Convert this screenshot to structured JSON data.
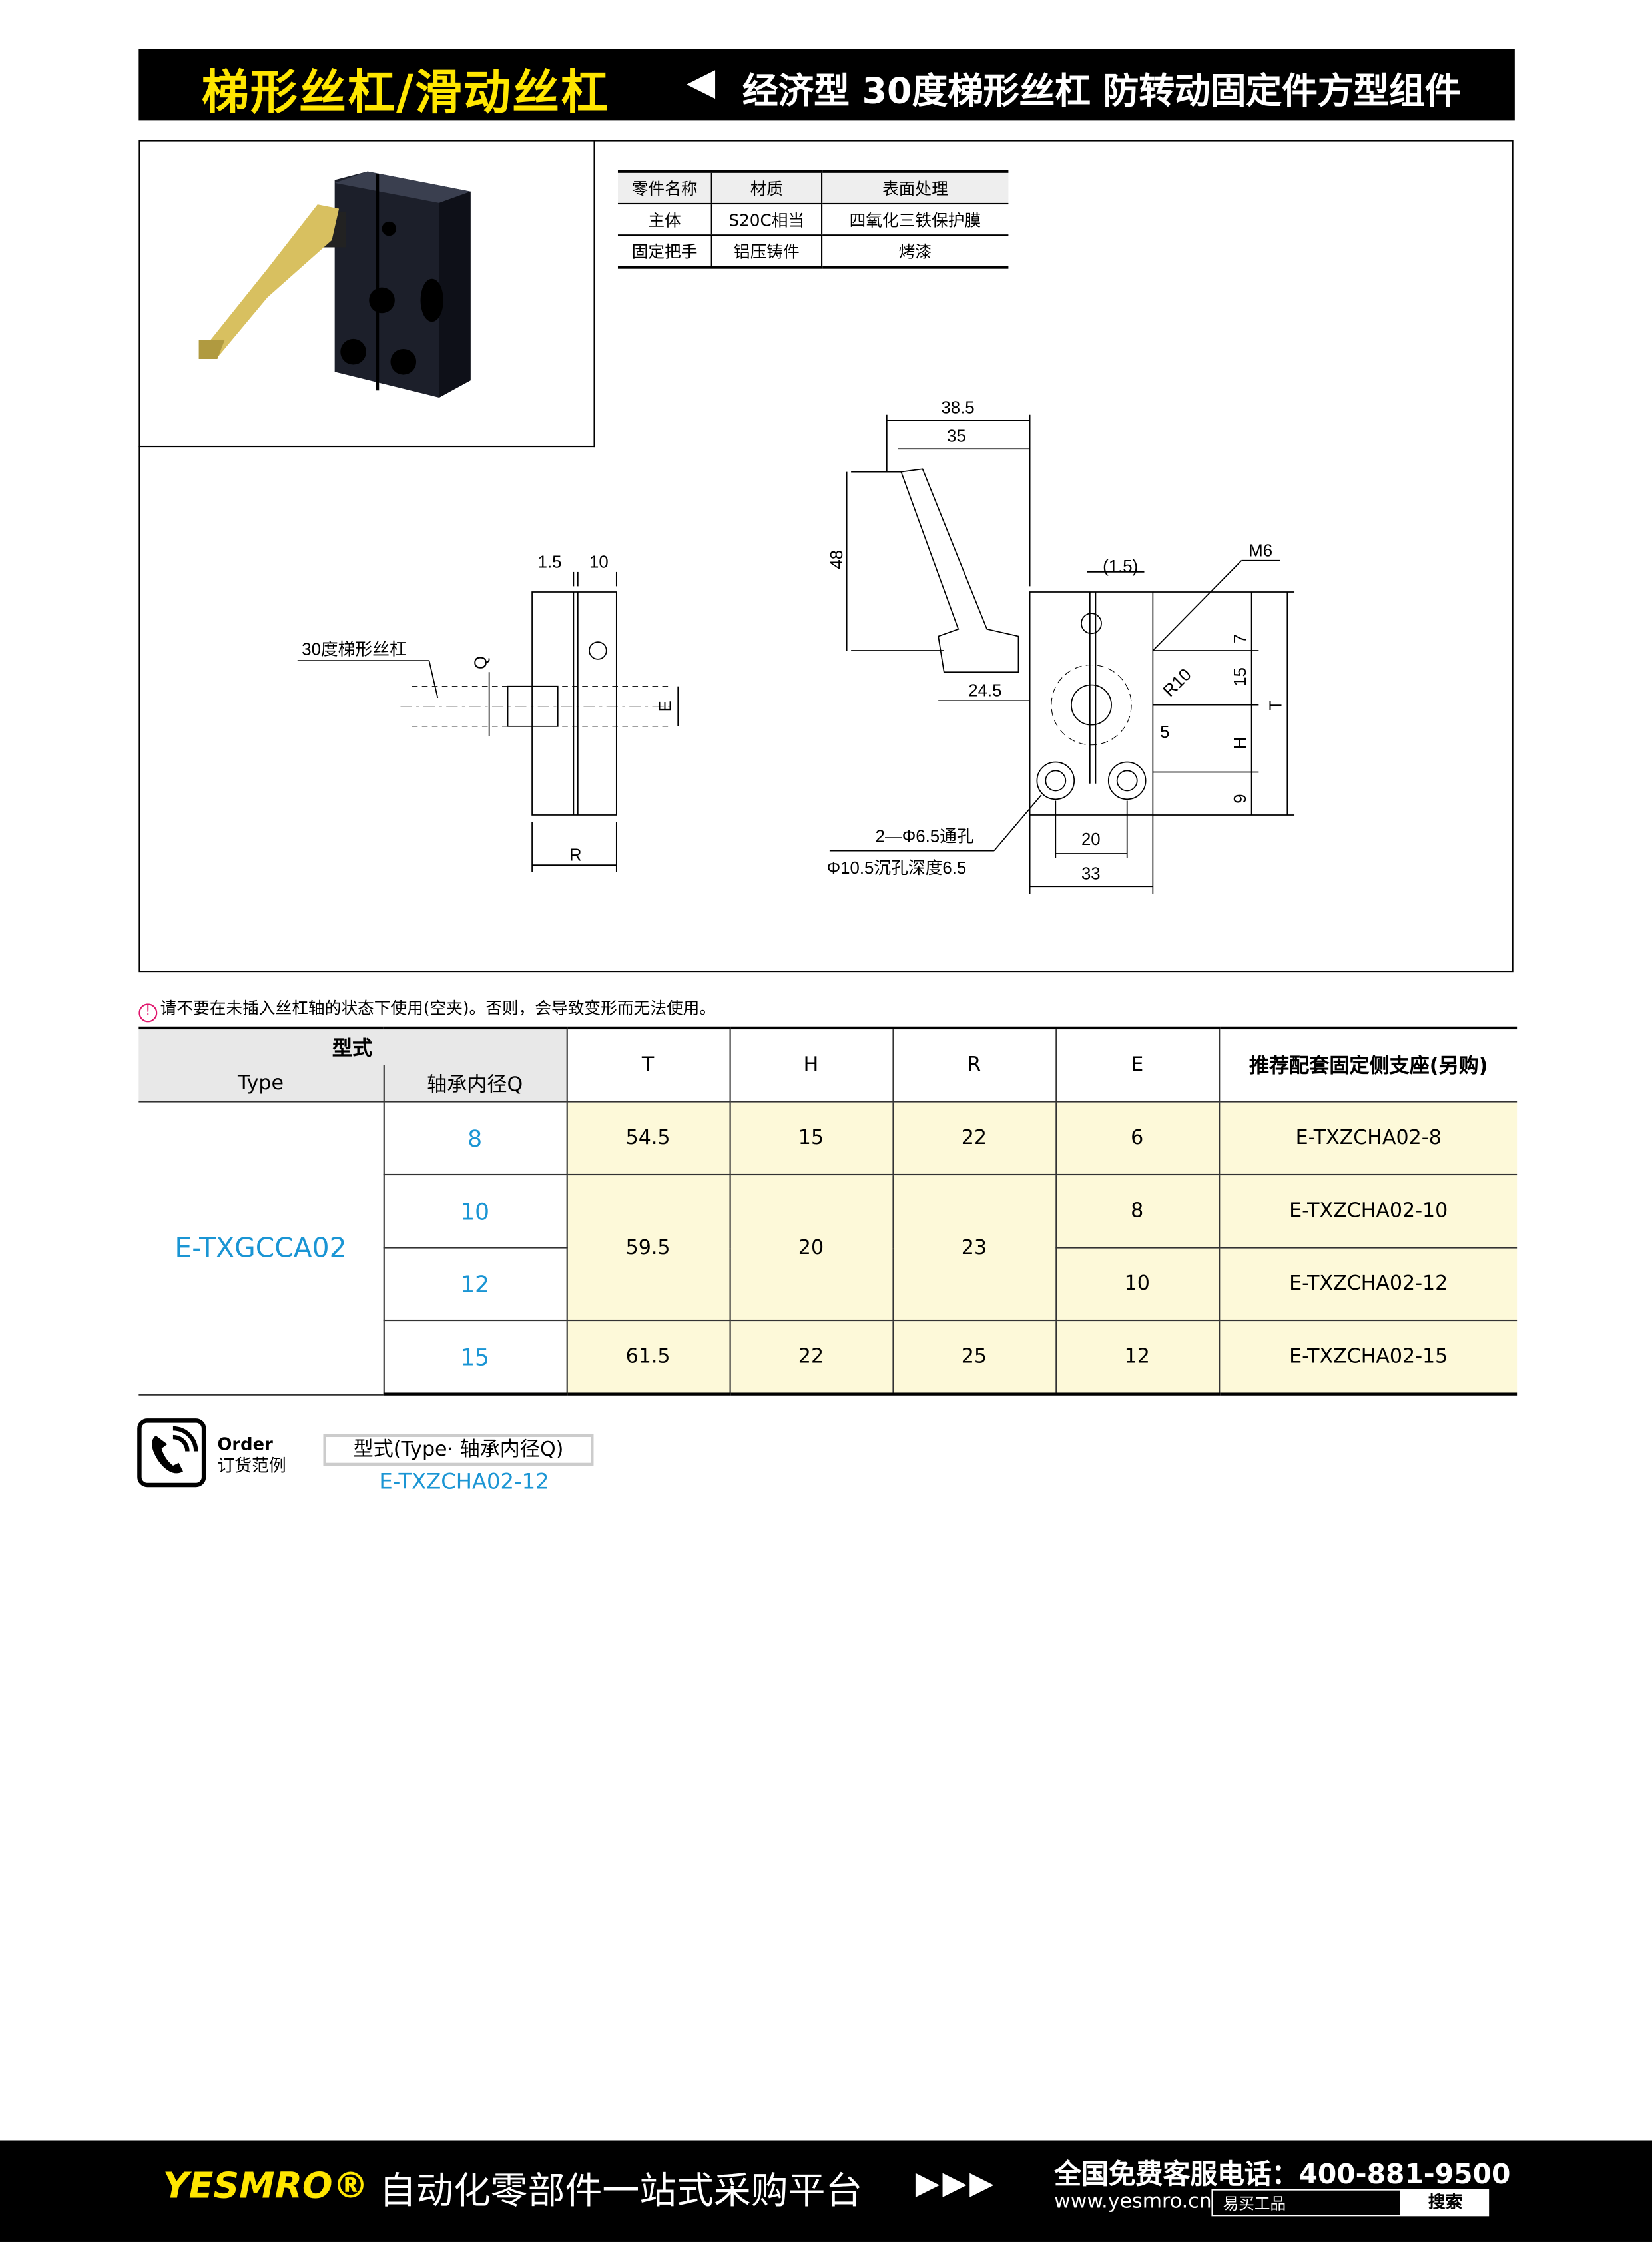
{
  "header": {
    "category": "梯形丝杠/滑动丝杠",
    "product": "经济型 30度梯形丝杠 防转动固定件方型组件"
  },
  "materials": {
    "headers": [
      "零件名称",
      "材质",
      "表面处理"
    ],
    "rows": [
      [
        "主体",
        "S20C相当",
        "四氧化三铁保护膜"
      ],
      [
        "固定把手",
        "铝压铸件",
        "烤漆"
      ]
    ]
  },
  "side_view": {
    "dim_a": "1.5",
    "dim_b": "10",
    "thread_label": "30度梯形丝杠",
    "q": "Q",
    "e": "E",
    "r": "R"
  },
  "front_view": {
    "w1": "38.5",
    "w2": "35",
    "h48": "48",
    "d245": "24.5",
    "d15": "(1.5)",
    "m6": "M6",
    "r10": "R10",
    "d7": "7",
    "d15b": "15",
    "t": "T",
    "h": "H",
    "d5": "5",
    "d9": "9",
    "d20": "20",
    "d33": "33",
    "hole1": "2—Φ6.5通孔",
    "hole2": "Φ10.5沉孔深度6.5"
  },
  "warning": {
    "icon": "!",
    "text": "请不要在未插入丝杠轴的状态下使用(空夹)。否则，会导致变形而无法使用。"
  },
  "spec": {
    "h_model": "型式",
    "h_type": "Type",
    "h_q": "轴承内径Q",
    "h_t": "T",
    "h_h": "H",
    "h_r": "R",
    "h_e": "E",
    "h_rec": "推荐配套固定侧支座(另购)",
    "type": "E-TXGCCA02",
    "rows": [
      {
        "q": "8",
        "t": "54.5",
        "h": "15",
        "r": "22",
        "e": "6",
        "rec": "E-TXZCHA02-8"
      },
      {
        "q": "10",
        "t": "59.5",
        "h": "20",
        "r": "23",
        "e": "8",
        "rec": "E-TXZCHA02-10"
      },
      {
        "q": "12",
        "e": "10",
        "rec": "E-TXZCHA02-12"
      },
      {
        "q": "15",
        "t": "61.5",
        "h": "22",
        "r": "25",
        "e": "12",
        "rec": "E-TXZCHA02-15"
      }
    ],
    "colors": {
      "accent": "#1a95d4",
      "highlight": "#fdf9d9"
    }
  },
  "order": {
    "en": "Order",
    "cn": "订货范例",
    "format": "型式(Type· 轴承内径Q)",
    "example": "E-TXZCHA02-12"
  },
  "footer": {
    "logo": "YESMRO®",
    "slogan": "自动化零部件一站式采购平台",
    "arrows": "▶▶▶",
    "hotline": "全国免费客服电话：400-881-9500",
    "url": "www.yesmro.cn",
    "search_text": "易买工品",
    "search_btn": "搜索"
  }
}
